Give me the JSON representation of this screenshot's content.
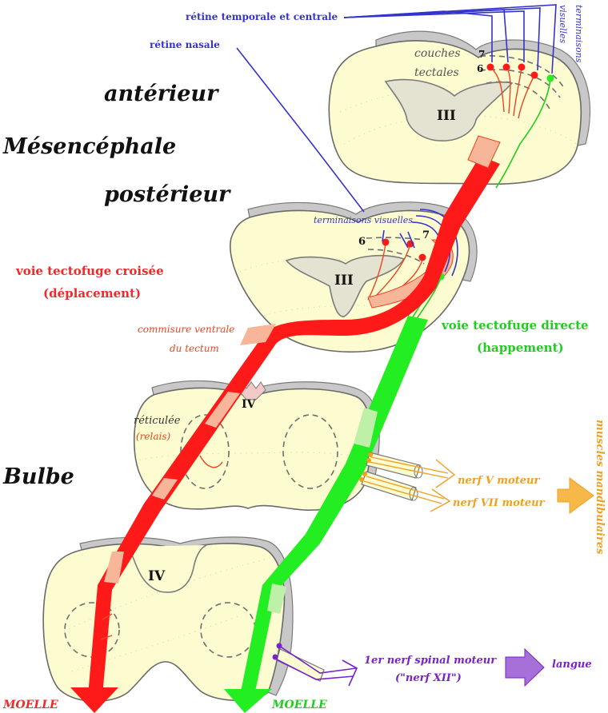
{
  "title": "Voies tectofuges : mésencéphale, bulbe et moelle",
  "colors": {
    "red_pathway": "#ff1a1a",
    "red_pathway_light": "#f7b69a",
    "green_pathway": "#22ee22",
    "green_pathway_light": "#bff0a8",
    "blue_terminals": "#3333cc",
    "orange_nerves": "#f0a020",
    "purple_nerve": "#7722cc",
    "section_fill": "#fdfbd0",
    "rim_gray": "#c8c8c8"
  },
  "labels": {
    "anterior": "antérieur",
    "mesencephalon": "Mésencéphale",
    "posterior": "postérieur",
    "bulbe": "Bulbe",
    "retina_temporal": "rétine temporale et centrale",
    "retina_nasal": "rétine nasale",
    "visual_terminals_vertical_1": "visuelles",
    "visual_terminals_vertical_2": "terminaisons",
    "tectal_layers_1": "couches",
    "tectal_layers_2": "tectales",
    "layer_7": "7",
    "layer_6": "6",
    "ventricle_III": "III",
    "ventricle_IV": "IV",
    "visual_terminals_posterior": "terminaisons visuelles",
    "crossed_pathway_1": "voie tectofuge croisée",
    "crossed_pathway_2": "(déplacement)",
    "ventral_commissure_1": "commisure ventrale",
    "ventral_commissure_2": "du tectum",
    "direct_pathway_1": "voie tectofuge directe",
    "direct_pathway_2": "(happement)",
    "reticular": "réticulée",
    "relay": "(relais)",
    "nerve_V": "nerf V moteur",
    "nerve_VII": "nerf VII moteur",
    "mandibular_muscles": "muscles mandibulaires",
    "spinal_nerve_1": "1er nerf spinal moteur",
    "spinal_nerve_2": "(\"nerf XII\")",
    "tongue": "langue",
    "moelle_left": "MOELLE",
    "moelle_right": "MOELLE"
  }
}
